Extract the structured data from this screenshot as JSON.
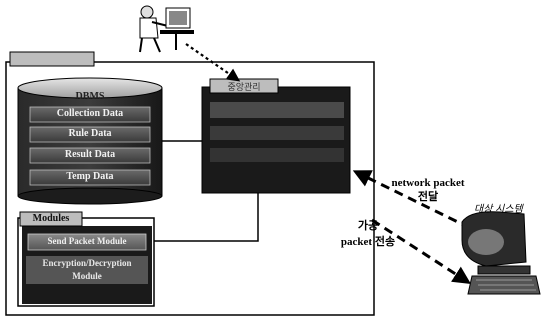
{
  "dbms": {
    "title": "DBMS",
    "rows": [
      "Collection Data",
      "Rule Data",
      "Result Data",
      "Temp Data"
    ]
  },
  "center_box": {
    "tab_label": "중앙관리"
  },
  "modules": {
    "title": "Modules",
    "items": [
      "Send Packet Module",
      "Encryption/Decryption",
      "Module"
    ]
  },
  "annotations": {
    "network_packet_line1": "network packet",
    "network_packet_line2": "전달",
    "processed_line1": "가공",
    "processed_line2": "packet 전송",
    "target_system": "대상 시스템"
  },
  "colors": {
    "dark_box": "#1a1a1a",
    "band_grey": "#555555",
    "light_grey": "#d9d9d9",
    "border": "#000000"
  }
}
